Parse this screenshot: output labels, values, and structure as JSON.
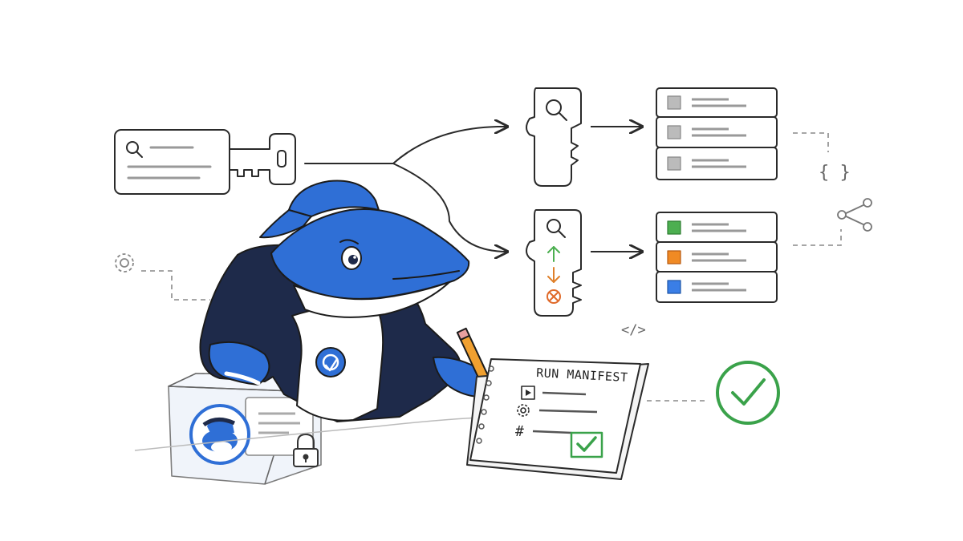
{
  "manifest": {
    "title": "RUN MANIFEST"
  },
  "glyphs": {
    "code": "</>",
    "braces": "{ }",
    "hash": "#"
  },
  "colors": {
    "whale_blue": "#2f6fd6",
    "hoodie_navy": "#1e2a4a",
    "pencil_orange": "#f0a030",
    "check_green": "#3aa24a",
    "arrow_up_green": "#4caf50",
    "arrow_down_orange": "#e0802a",
    "error_orange": "#e06a2a",
    "slot_gray": "#bbbbbb",
    "slot_green": "#4caf50",
    "slot_orange": "#f08a24",
    "slot_blue": "#3a7ee6",
    "ink": "#2a2a2a"
  },
  "icons": {
    "source_card": "search-icon",
    "key_top": "search-icon",
    "key_bottom": [
      "search-icon",
      "arrow-up-icon",
      "arrow-down-icon",
      "error-circle-icon"
    ],
    "side": [
      "gear-icon",
      "share-icon",
      "braces-icon",
      "code-icon",
      "check-circle-icon"
    ],
    "manifest_rows": [
      "play-icon",
      "gear-icon",
      "hash-icon"
    ],
    "box": "lock-icon"
  },
  "stacks": {
    "top": [
      "gray",
      "gray",
      "gray"
    ],
    "bottom": [
      "green",
      "orange",
      "blue"
    ]
  }
}
